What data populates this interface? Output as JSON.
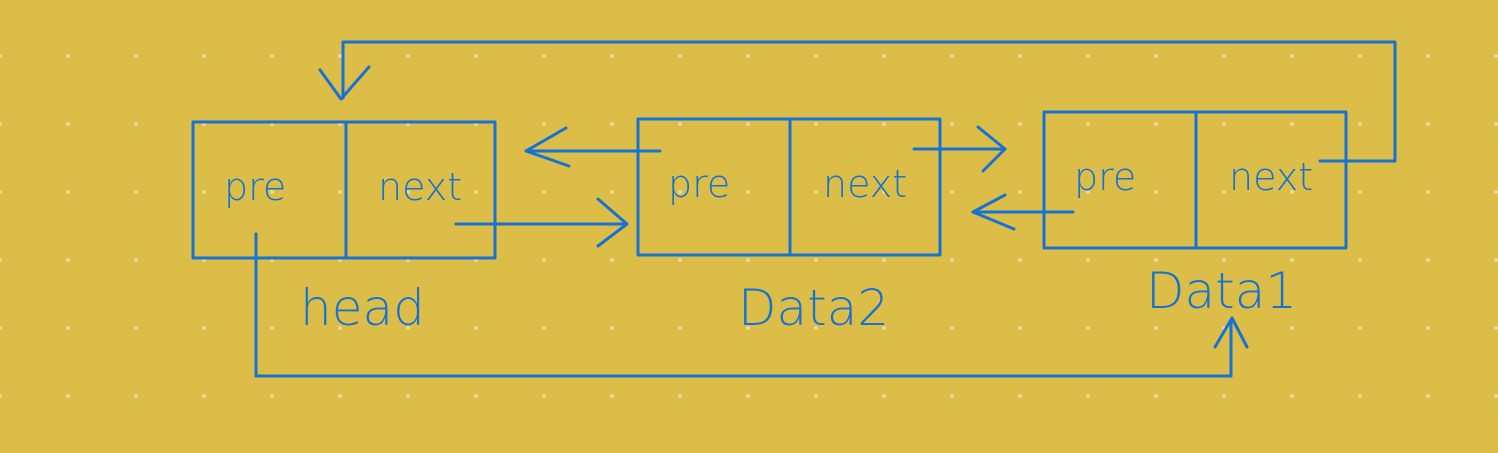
{
  "colors": {
    "background": "#dbbd48",
    "ink": "#1673d2",
    "grid_dot": "#ecd99b"
  },
  "nodes": [
    {
      "name": "head",
      "fields": [
        "pre",
        "next"
      ]
    },
    {
      "name": "Data2",
      "fields": [
        "pre",
        "next"
      ]
    },
    {
      "name": "Data1",
      "fields": [
        "pre",
        "next"
      ]
    }
  ]
}
